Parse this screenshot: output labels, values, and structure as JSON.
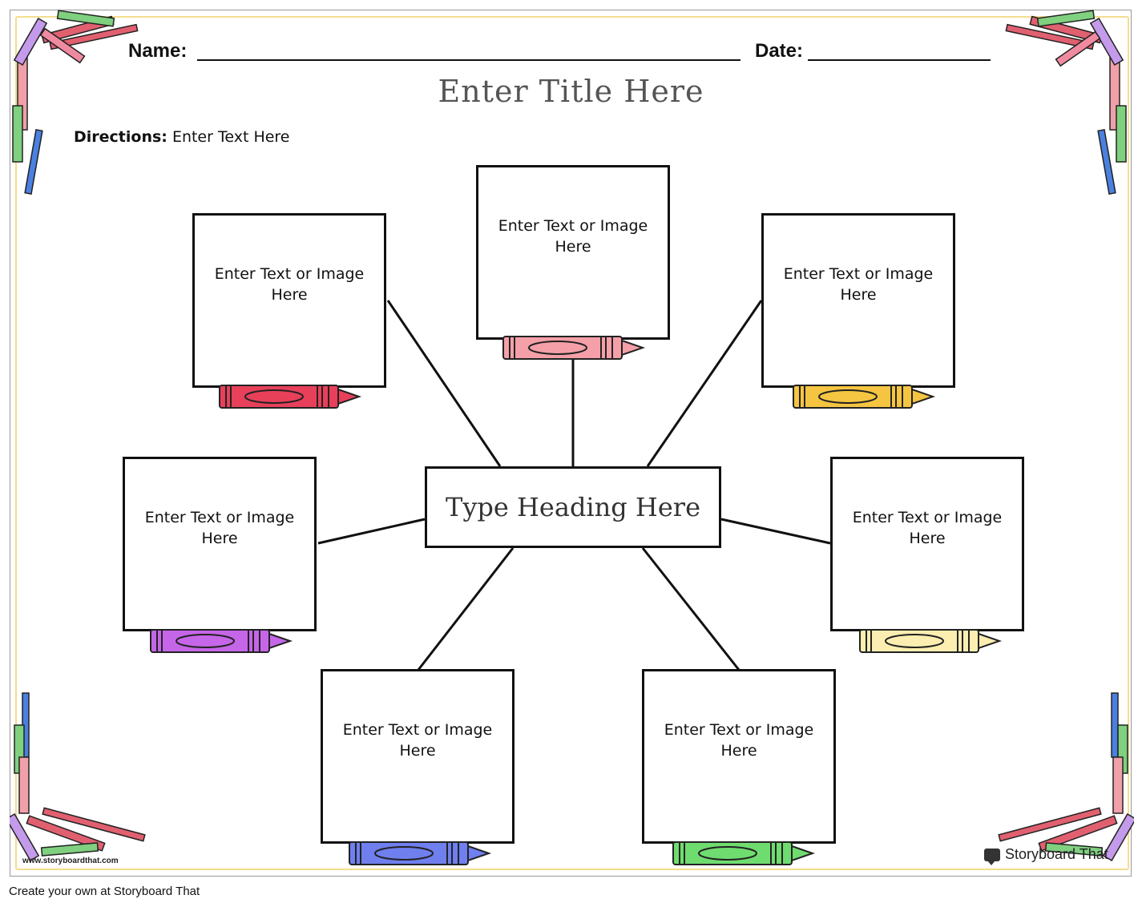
{
  "header": {
    "name_label": "Name:",
    "date_label": "Date:"
  },
  "title": "Enter Title Here",
  "directions": {
    "label": "Directions:",
    "text": "Enter Text Here"
  },
  "center_heading": "Type Heading Here",
  "boxes": [
    {
      "text": "Enter Text or Image Here",
      "crayon_color": "#e8405a"
    },
    {
      "text": "Enter Text or Image Here",
      "crayon_color": "#f5a0a8"
    },
    {
      "text": "Enter Text or Image Here",
      "crayon_color": "#f5c542"
    },
    {
      "text": "Enter Text or Image Here",
      "crayon_color": "#c566e8"
    },
    {
      "text": "Enter Text or Image Here",
      "crayon_color": "#fbeeb0"
    },
    {
      "text": "Enter Text or Image Here",
      "crayon_color": "#6f7fee"
    },
    {
      "text": "Enter Text or Image Here",
      "crayon_color": "#6fdc6f"
    }
  ],
  "footer": {
    "url": "www.storyboardthat.com",
    "brand": "Storyboard That",
    "create_link": "Create your own at Storyboard That"
  },
  "colors": {
    "frame_accent": "#f3dd8e",
    "border": "#111111"
  }
}
